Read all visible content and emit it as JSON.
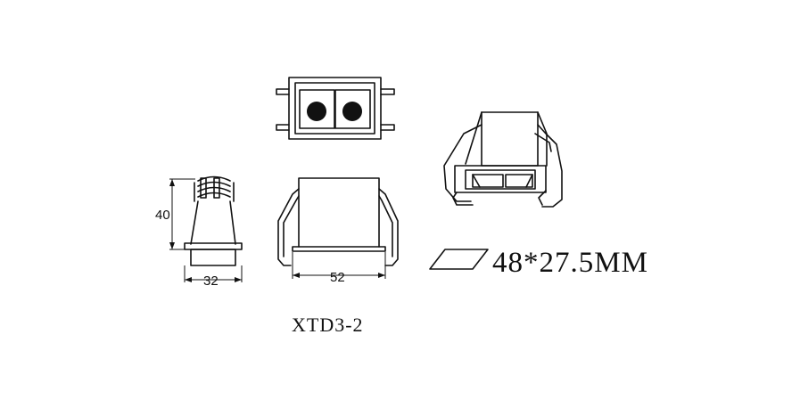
{
  "drawing": {
    "side_view": {
      "height_label": "40",
      "width_label": "32"
    },
    "front_view": {
      "width_label": "52"
    },
    "cutout": {
      "label": "48*27.5MM"
    },
    "model": {
      "label": "XTD3-2"
    }
  }
}
